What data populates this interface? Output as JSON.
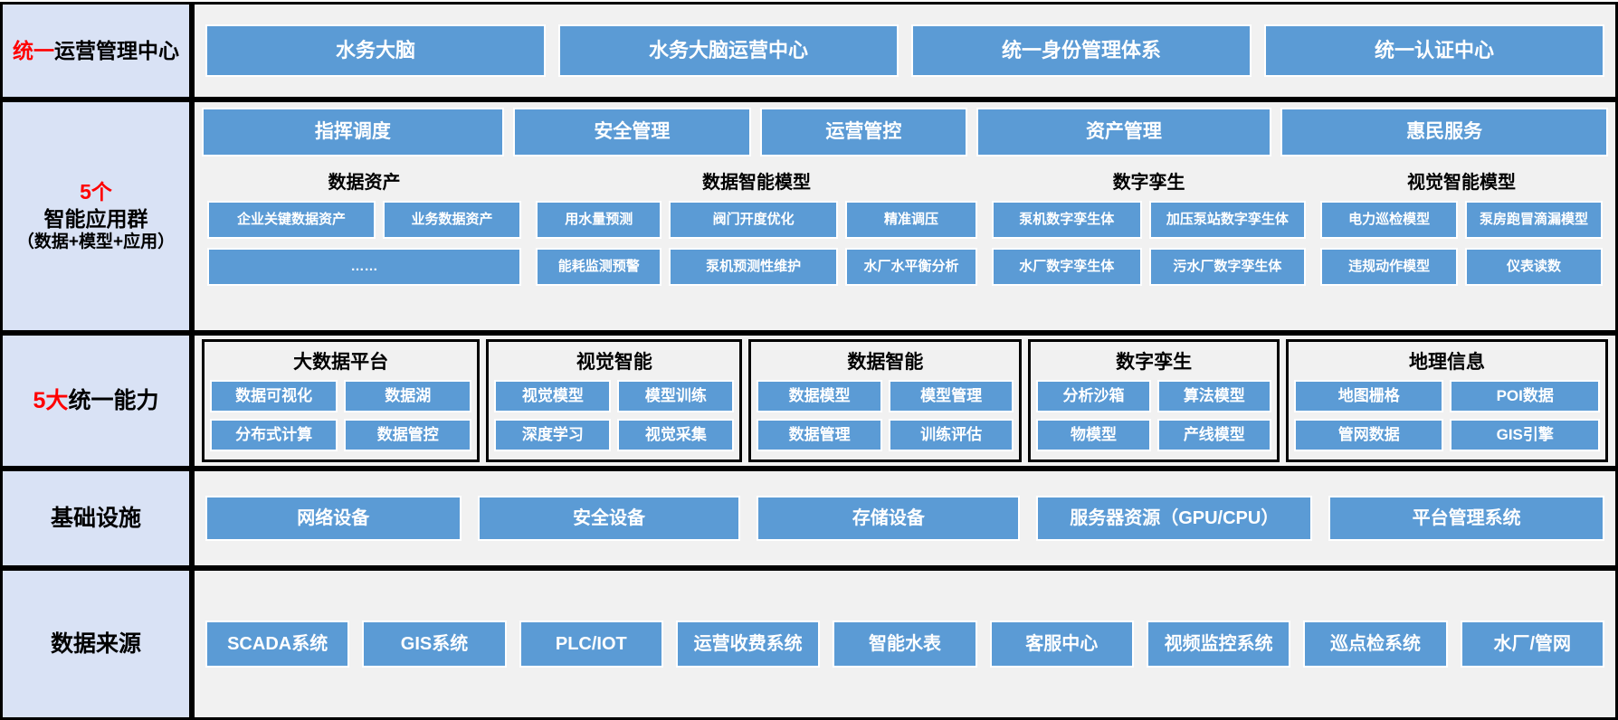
{
  "colors": {
    "tile_blue": "#5b9bd5",
    "label_bg": "#d9e2f5",
    "panel_bg": "#f1f1f1",
    "accent_red": "#ff0000",
    "border_black": "#000000"
  },
  "layers": [
    {
      "id": "operation-center",
      "label_red": "统一",
      "label_rest": "运营管理中心",
      "tiles": [
        "水务大脑",
        "水务大脑运营中心",
        "统一身份管理体系",
        "统一认证中心"
      ]
    },
    {
      "id": "application-group",
      "label_line1_red": "5个",
      "label_line2": "智能应用群",
      "label_line3": "（数据+模型+应用）",
      "app_bar": [
        "指挥调度",
        "安全管理",
        "运营管控",
        "资产管理",
        "惠民服务"
      ],
      "groups": [
        {
          "title": "数据资产",
          "rows": [
            [
              "企业关键数据资产",
              "业务数据资产"
            ],
            [
              "……"
            ]
          ]
        },
        {
          "title": "数据智能模型",
          "rows": [
            [
              "用水量预测",
              "阀门开度优化",
              "精准调压"
            ],
            [
              "能耗监测预警",
              "泵机预测性维护",
              "水厂水平衡分析"
            ]
          ]
        },
        {
          "title": "数字孪生",
          "rows": [
            [
              "泵机数字孪生体",
              "加压泵站数字孪生体"
            ],
            [
              "水厂数字孪生体",
              "污水厂数字孪生体"
            ]
          ]
        },
        {
          "title": "视觉智能模型",
          "rows": [
            [
              "电力巡检模型",
              "泵房跑冒滴漏模型"
            ],
            [
              "违规动作模型",
              "仪表读数"
            ]
          ]
        }
      ]
    },
    {
      "id": "unified-capability",
      "label_red": "5大",
      "label_rest": "统一能力",
      "capabilities": [
        {
          "title": "大数据平台",
          "rows": [
            [
              "数据可视化",
              "数据湖"
            ],
            [
              "分布式计算",
              "数据管控"
            ]
          ]
        },
        {
          "title": "视觉智能",
          "rows": [
            [
              "视觉模型",
              "模型训练"
            ],
            [
              "深度学习",
              "视觉采集"
            ]
          ]
        },
        {
          "title": "数据智能",
          "rows": [
            [
              "数据模型",
              "模型管理"
            ],
            [
              "数据管理",
              "训练评估"
            ]
          ]
        },
        {
          "title": "数字孪生",
          "rows": [
            [
              "分析沙箱",
              "算法模型"
            ],
            [
              "物模型",
              "产线模型"
            ]
          ]
        },
        {
          "title": "地理信息",
          "rows": [
            [
              "地图栅格",
              "POI数据"
            ],
            [
              "管网数据",
              "GIS引擎"
            ]
          ]
        }
      ]
    },
    {
      "id": "infrastructure",
      "label": "基础设施",
      "tiles": [
        "网络设备",
        "安全设备",
        "存储设备",
        "服务器资源（GPU/CPU）",
        "平台管理系统"
      ]
    },
    {
      "id": "data-source",
      "label": "数据来源",
      "tiles": [
        "SCADA系统",
        "GIS系统",
        "PLC/IOT",
        "运营收费系统",
        "智能水表",
        "客服中心",
        "视频监控系统",
        "巡点检系统",
        "水厂/管网"
      ]
    }
  ]
}
